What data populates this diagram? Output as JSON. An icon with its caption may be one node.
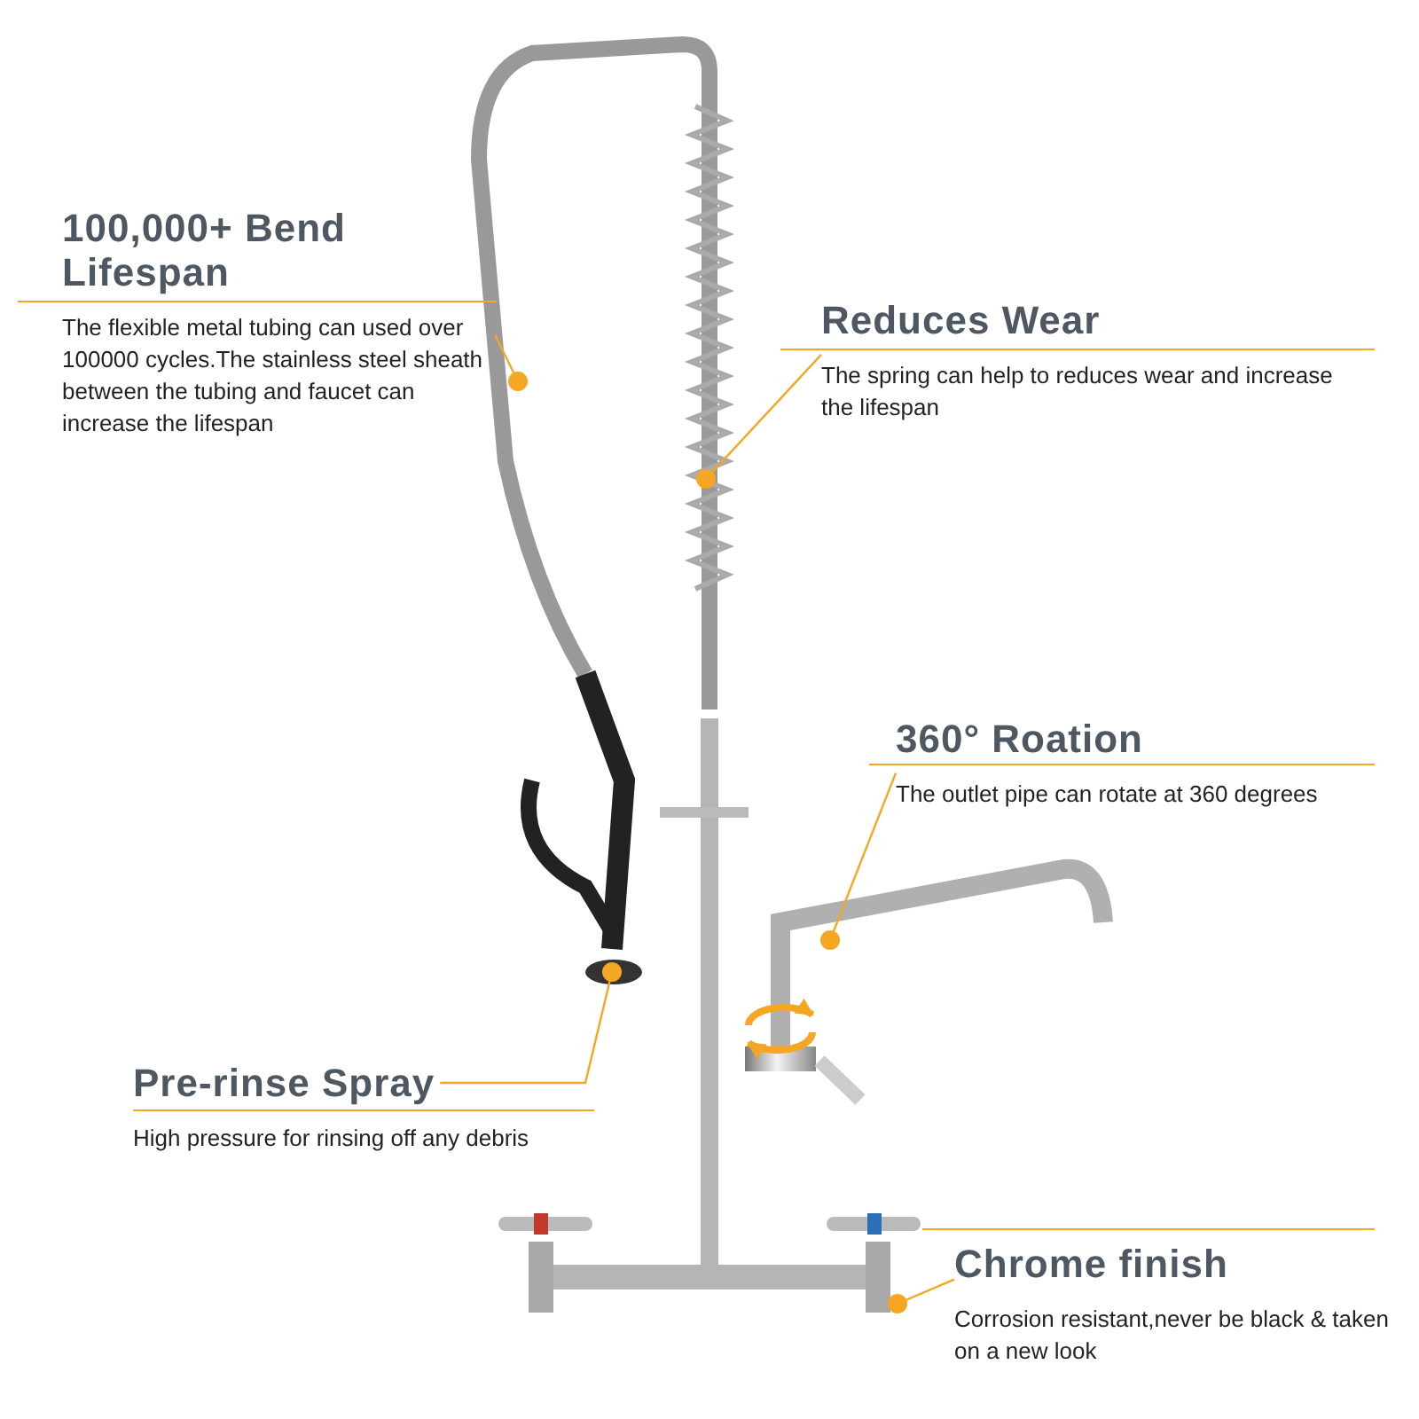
{
  "diagram": {
    "nodes": [
      {
        "text": [
          "100,000+ Bend Lifespan",
          "The flexible metal tubing can used over 100000 cycles.The stainless steel sheath between the tubing and faucet can increase the lifespan"
        ]
      },
      {
        "text": [
          "Reduces Wear",
          "The spring can help to reduces wear and increase the lifespan"
        ]
      },
      {
        "text": [
          "360° Roation",
          "The outlet pipe can rotate at 360 degrees"
        ]
      },
      {
        "text": [
          "Pre-rinse Spray",
          "High pressure for rinsing off any debris"
        ]
      },
      {
        "text": [
          "Chrome finish",
          "Corrosion resistant,never be black & taken on a new look"
        ]
      }
    ],
    "edges": [
      {
        "from": 0,
        "to": null,
        "arrow": "other"
      },
      {
        "from": 1,
        "to": null,
        "arrow": "other"
      },
      {
        "from": 2,
        "to": null,
        "arrow": "other"
      },
      {
        "from": 3,
        "to": null,
        "arrow": "other"
      },
      {
        "from": 4,
        "to": null,
        "arrow": "other"
      }
    ]
  }
}
